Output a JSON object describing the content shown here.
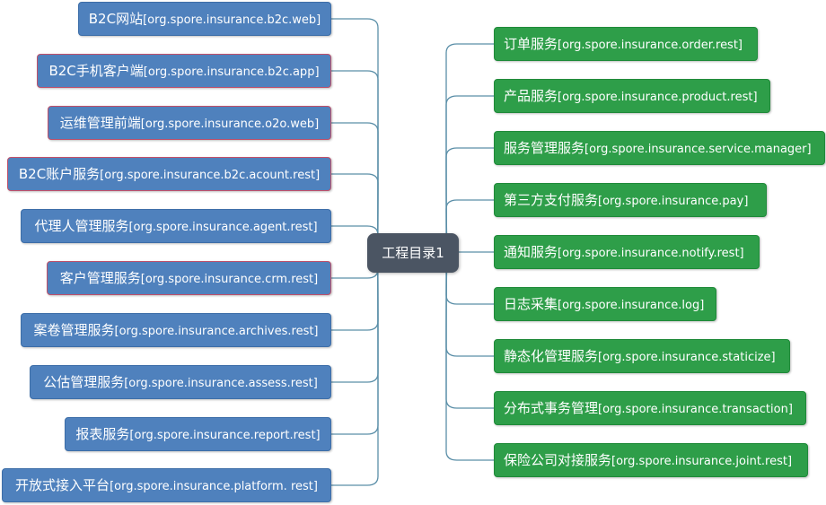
{
  "center": {
    "label": "工程目录1"
  },
  "left_nodes": [
    {
      "name": "B2C网站",
      "package": "[org.spore.insurance.b2c.web]"
    },
    {
      "name": "B2C手机客户端",
      "package": "[org.spore.insurance.b2c.app]"
    },
    {
      "name": "运维管理前端",
      "package": "[org.spore.insurance.o2o.web]"
    },
    {
      "name": "B2C账户服务",
      "package": "[org.spore.insurance.b2c.acount.rest]"
    },
    {
      "name": "代理人管理服务",
      "package": "[org.spore.insurance.agent.rest]"
    },
    {
      "name": "客户管理服务",
      "package": "[org.spore.insurance.crm.rest]"
    },
    {
      "name": "案卷管理服务",
      "package": "[org.spore.insurance.archives.rest]"
    },
    {
      "name": "公估管理服务",
      "package": "[org.spore.insurance.assess.rest]"
    },
    {
      "name": "报表服务",
      "package": "[org.spore.insurance.report.rest]"
    },
    {
      "name": "开放式接入平台",
      "package": "[org.spore.insurance.platform. rest]"
    }
  ],
  "right_nodes": [
    {
      "name": "订单服务",
      "package": "[org.spore.insurance.order.rest]"
    },
    {
      "name": "产品服务",
      "package": "[org.spore.insurance.product.rest]"
    },
    {
      "name": "服务管理服务",
      "package": "[org.spore.insurance.service.manager]"
    },
    {
      "name": "第三方支付服务",
      "package": "[org.spore.insurance.pay]"
    },
    {
      "name": "通知服务",
      "package": "[org.spore.insurance.notify.rest]"
    },
    {
      "name": "日志采集",
      "package": "[org.spore.insurance.log]"
    },
    {
      "name": "静态化管理服务",
      "package": "[org.spore.insurance.staticize]"
    },
    {
      "name": "分布式事务管理",
      "package": "[org.spore.insurance.transaction]"
    },
    {
      "name": "保险公司对接服务",
      "package": "[org.spore.insurance.joint.rest]"
    }
  ],
  "colors": {
    "left_fill": "#4f81bd",
    "right_fill": "#2e9e49",
    "center_fill": "#4b5563",
    "connector": "#5b8fa8",
    "highlight_border": "#c0506a"
  }
}
